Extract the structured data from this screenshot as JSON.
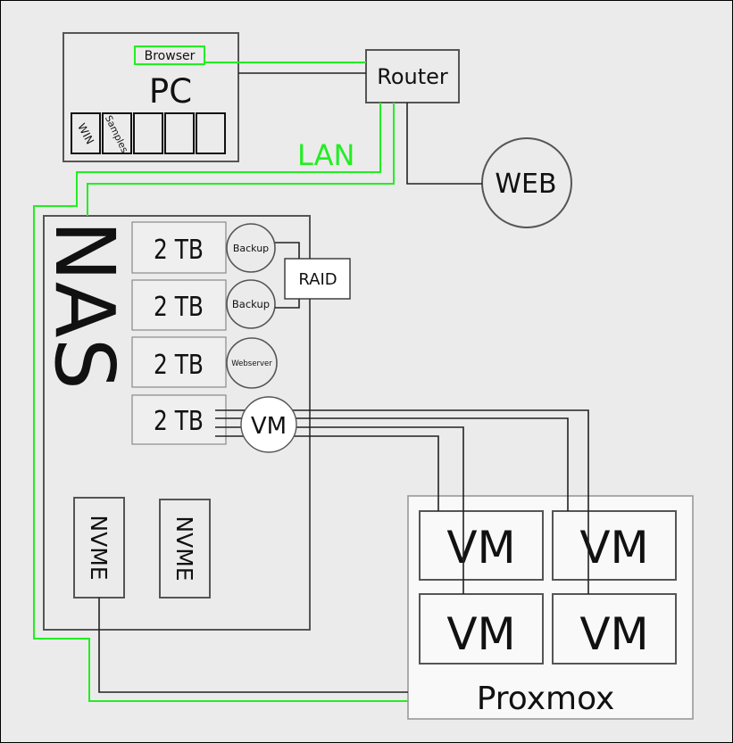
{
  "colors": {
    "background": "#ebebeb",
    "lan": "#22ee22",
    "wire": "#222222",
    "box_stroke": "#555555",
    "proxmox_fill": "#f9f9f9"
  },
  "pc": {
    "label": "PC",
    "browser_label": "Browser",
    "slots": [
      "WIN",
      "Samples",
      "",
      "",
      ""
    ]
  },
  "router": {
    "label": "Router"
  },
  "lan": {
    "label": "LAN"
  },
  "web": {
    "label": "WEB"
  },
  "nas": {
    "label": "NAS",
    "drives": [
      {
        "capacity": "2 TB",
        "role": "Backup"
      },
      {
        "capacity": "2 TB",
        "role": "Backup"
      },
      {
        "capacity": "2 TB",
        "role": "Webserver"
      },
      {
        "capacity": "2 TB",
        "role": "VM"
      }
    ],
    "raid_label": "RAID",
    "nvme": [
      "NVME",
      "NVME"
    ]
  },
  "proxmox": {
    "label": "Proxmox",
    "vms": [
      "VM",
      "VM",
      "VM",
      "VM"
    ]
  }
}
